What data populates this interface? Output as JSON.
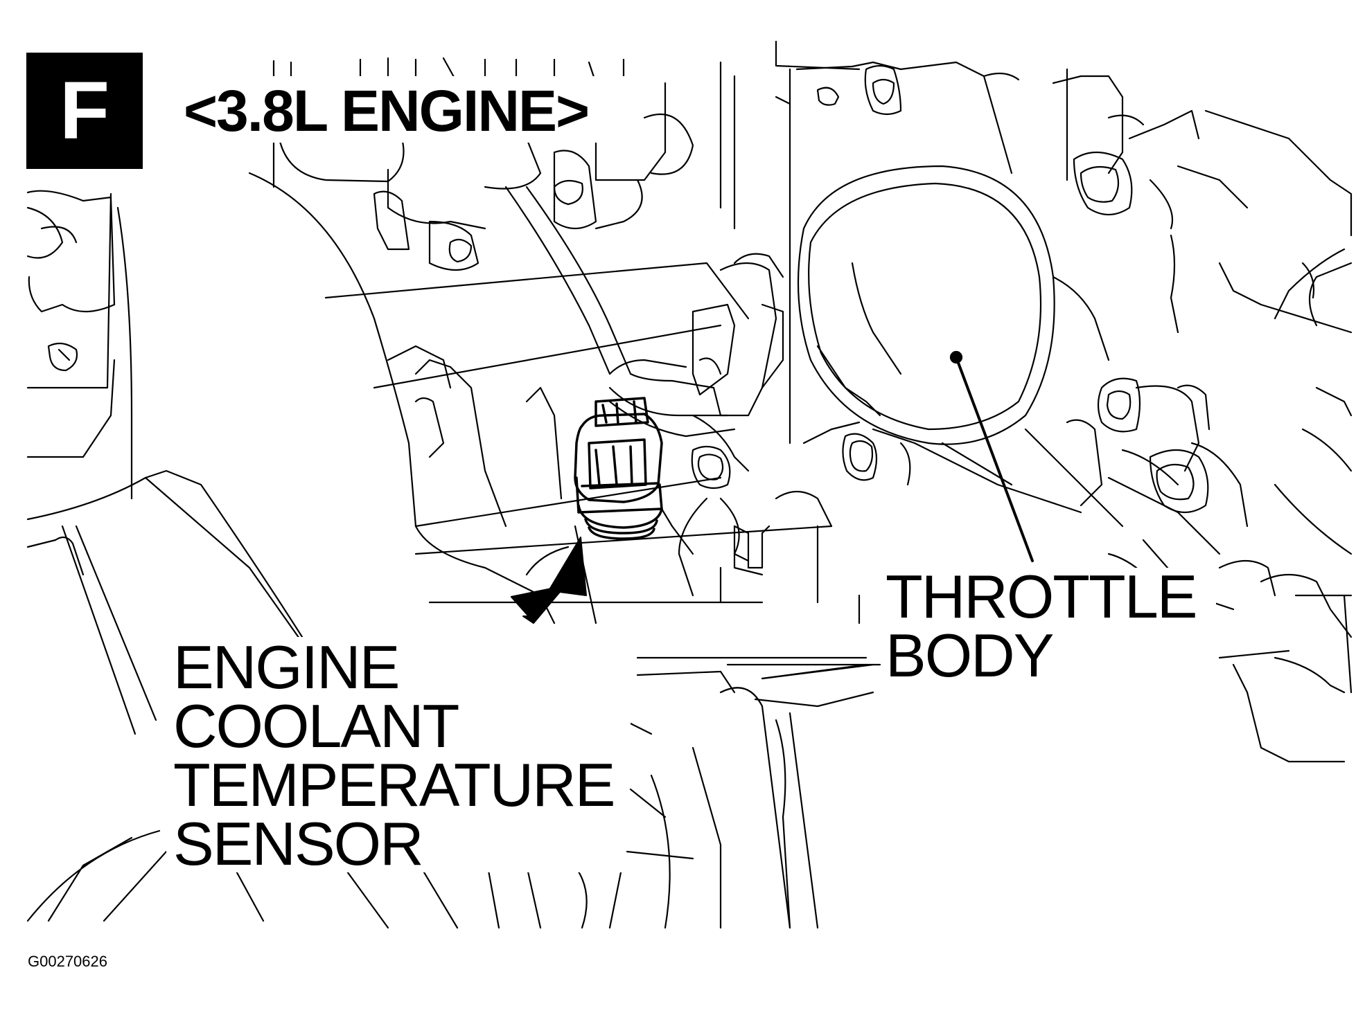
{
  "figure": {
    "badge": "F",
    "engine_title": "<3.8L ENGINE>",
    "figure_id": "G00270626"
  },
  "callouts": {
    "ect_sensor": [
      "ENGINE",
      "COOLANT",
      "TEMPERATURE",
      "SENSOR"
    ],
    "throttle_body": [
      "THROTTLE",
      "BODY"
    ]
  },
  "colors": {
    "ink": "#000000",
    "paper": "#ffffff"
  }
}
